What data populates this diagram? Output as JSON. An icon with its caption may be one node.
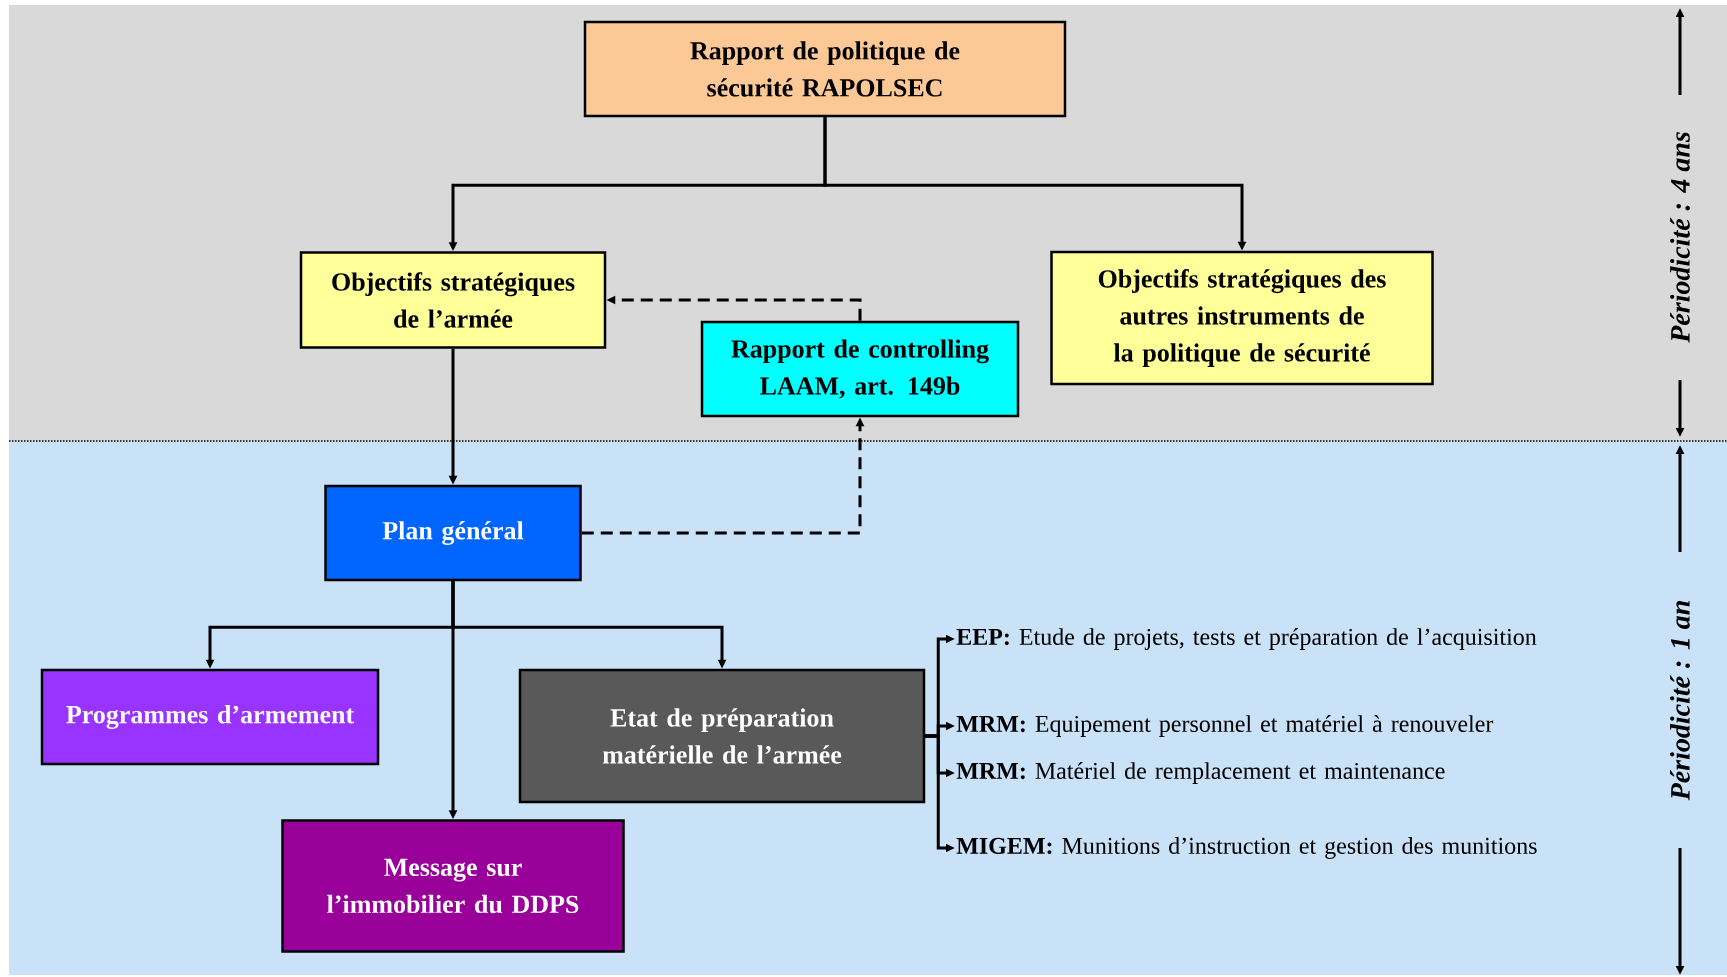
{
  "diagram": {
    "nodes": [
      {
        "text": [
          "Rapport de politique de sécurité RAPOLSEC"
        ]
      },
      {
        "text": [
          "Objectifs stratégiques de l’armée"
        ]
      },
      {
        "text": [
          "Rapport de controlling LAAM, art. 149b"
        ]
      },
      {
        "text": [
          "Objectifs stratégiques des autres instruments de la politique de sécurité"
        ]
      },
      {
        "text": [
          "Plan général"
        ]
      },
      {
        "text": [
          "Programmes d’armement"
        ]
      },
      {
        "text": [
          "Etat de préparation matérielle de l’armée"
        ]
      },
      {
        "text": [
          "Message sur l’immobilier du DDPS"
        ]
      },
      {
        "text": [
          "**EEP:** Etude de projets, tests et préparation de l’acquisition"
        ]
      },
      {
        "text": [
          "**MRM:** Equipement personnel et matériel à renouveler"
        ]
      },
      {
        "text": [
          "**MRM:** Matériel de remplacement et maintenance"
        ]
      },
      {
        "text": [
          "**MIGEM:** Munitions d’instruction et gestion des munitions"
        ]
      }
    ],
    "edges": [
      {
        "from": 0,
        "to": 1,
        "arrow": "to"
      },
      {
        "from": 0,
        "to": 3,
        "arrow": "to"
      },
      {
        "from": 2,
        "to": 1,
        "arrow": "to",
        "style": "dashed"
      },
      {
        "from": 1,
        "to": 4,
        "arrow": "to"
      },
      {
        "from": 4,
        "to": 2,
        "arrow": "to",
        "style": "dashed"
      },
      {
        "from": 4,
        "to": 5,
        "arrow": "to"
      },
      {
        "from": 4,
        "to": 6,
        "arrow": "to"
      },
      {
        "from": 4,
        "to": 7,
        "arrow": "to"
      },
      {
        "from": 6,
        "to": 8,
        "arrow": "to"
      },
      {
        "from": 6,
        "to": 9,
        "arrow": "to"
      },
      {
        "from": 6,
        "to": 10,
        "arrow": "to"
      },
      {
        "from": 6,
        "to": 11,
        "arrow": "to"
      }
    ],
    "labels": [
      "Périodicité : 4 ans",
      "Périodicité : 1 an"
    ]
  }
}
